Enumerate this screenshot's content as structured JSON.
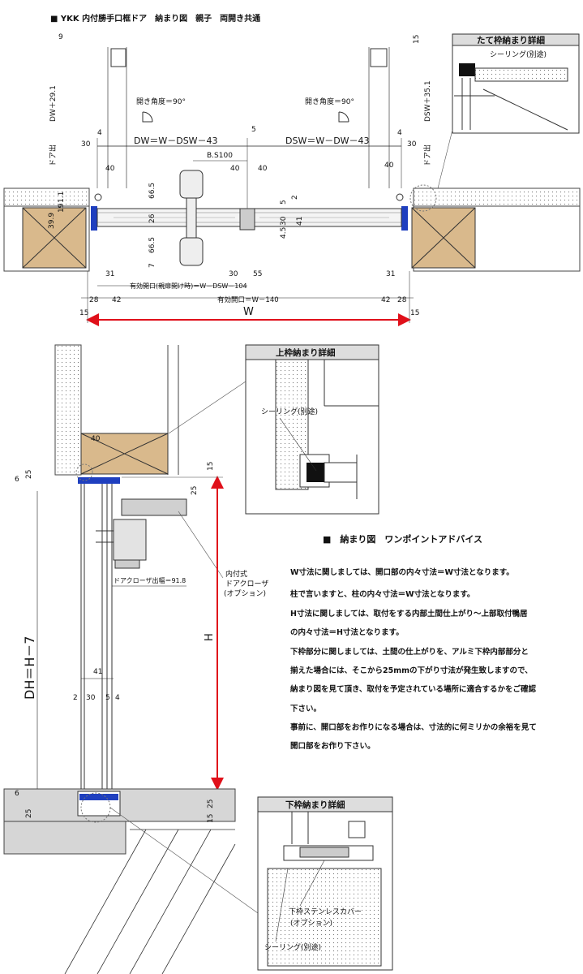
{
  "page_title": "■ YKK 内付勝手口框ドア　納まり図　親子　両開き共通",
  "plan": {
    "open_angle_left": "開き角度＝90°",
    "open_angle_right": "開き角度＝90°",
    "dw_label": "DW＝W－DSW－43",
    "dsw_label": "DSW＝W－DW－43",
    "bs_label": "B.S100",
    "dw_plus": "DW＋29.1",
    "dsw_plus": "DSW＋35.1",
    "door_out_left": "ドア出",
    "door_out_right": "ドア出",
    "eff_open_parent": "有効開口(親扉開け時)＝W－DSW－104",
    "eff_open": "有効開口＝W－140",
    "w_label": "W",
    "dims": {
      "d9": "9",
      "d15a": "15",
      "d4a": "4",
      "d30a": "30",
      "d40a": "40",
      "d5a": "5",
      "d40b": "40",
      "d40c": "40",
      "d4b": "4",
      "d30b": "30",
      "d40d": "40",
      "d665a": "66.5",
      "d26": "26",
      "d665b": "66.5",
      "d7": "7",
      "d11": "1.1",
      "d19": "19",
      "d399": "39.9",
      "d5b": "5",
      "d2": "2",
      "d30c": "30",
      "d41": "41",
      "d45": "4.5",
      "d31a": "31",
      "d30d": "30",
      "d55": "55",
      "d31b": "31",
      "d28a": "28",
      "d42a": "42",
      "d42b": "42",
      "d28b": "28",
      "d15b": "15",
      "d15c": "15"
    }
  },
  "section": {
    "d40": "40",
    "d6a": "6",
    "d25a": "25",
    "d25b": "25",
    "d15": "15",
    "closer_label_1": "内付式",
    "closer_label_2": "ドアクローザ",
    "closer_label_3": "(オプション)",
    "closer_width": "ドアクローザ出幅＝91.8",
    "h_label": "H",
    "dh_label": "DH＝H－7",
    "d41": "41",
    "d2": "2",
    "d30": "30",
    "d5": "5",
    "d4": "4",
    "d6b": "6",
    "d25c": "25",
    "d25d": "25",
    "d15b": "15"
  },
  "details": {
    "side_frame_title": "たて枠納まり詳細",
    "side_sealing": "シーリング(別途)",
    "top_frame_title": "上枠納まり詳細",
    "top_sealing": "シーリング(別途)",
    "bottom_frame_title": "下枠納まり詳細",
    "bottom_cover_1": "下枠ステンレスカバー",
    "bottom_cover_2": "(オプション)",
    "bottom_sealing": "シーリング(別途)"
  },
  "advice": {
    "title": "■　納まり図　ワンポイントアドバイス",
    "lines": [
      "W寸法に関しましては、開口部の内々寸法＝W寸法となります。",
      "柱で言いますと、柱の内々寸法＝W寸法となります。",
      "H寸法に関しましては、取付をする内部土間仕上がり～上部取付鴨居",
      "の内々寸法＝H寸法となります。",
      "下枠部分に関しましては、土間の仕上がりを、アルミ下枠内部部分と",
      "揃えた場合には、そこから25mmの下がり寸法が発生致しますので、",
      "納まり図を見て頂き、取付を予定されている場所に適合するかをご確認",
      "下さい。",
      "事前に、開口部をお作りになる場合は、寸法的に何ミリかの余裕を見て",
      "開口部をお作り下さい。"
    ]
  },
  "colors": {
    "accent_red": "#e0101a",
    "wood": "#d9b98c",
    "frame_blue": "#1f3fbf",
    "concrete": "#d6d6d6"
  }
}
